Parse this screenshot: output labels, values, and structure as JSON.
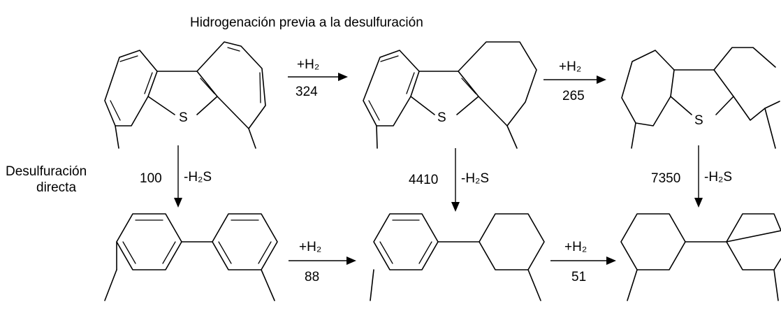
{
  "title": "Hidrogenación previa a la desulfuración",
  "side_label": {
    "line1": "Desulfuración",
    "line2": "directa"
  },
  "atom_symbol": "S",
  "reactions": {
    "h1": {
      "reagent": "+H₂",
      "rate": "324"
    },
    "h2": {
      "reagent": "+H₂",
      "rate": "265"
    },
    "h3": {
      "reagent": "+H₂",
      "rate": "88"
    },
    "h4": {
      "reagent": "+H₂",
      "rate": "51"
    },
    "v1": {
      "reagent": "-H₂S",
      "rate": "100"
    },
    "v2": {
      "reagent": "-H₂S",
      "rate": "4410"
    },
    "v3": {
      "reagent": "-H₂S",
      "rate": "7350"
    }
  }
}
